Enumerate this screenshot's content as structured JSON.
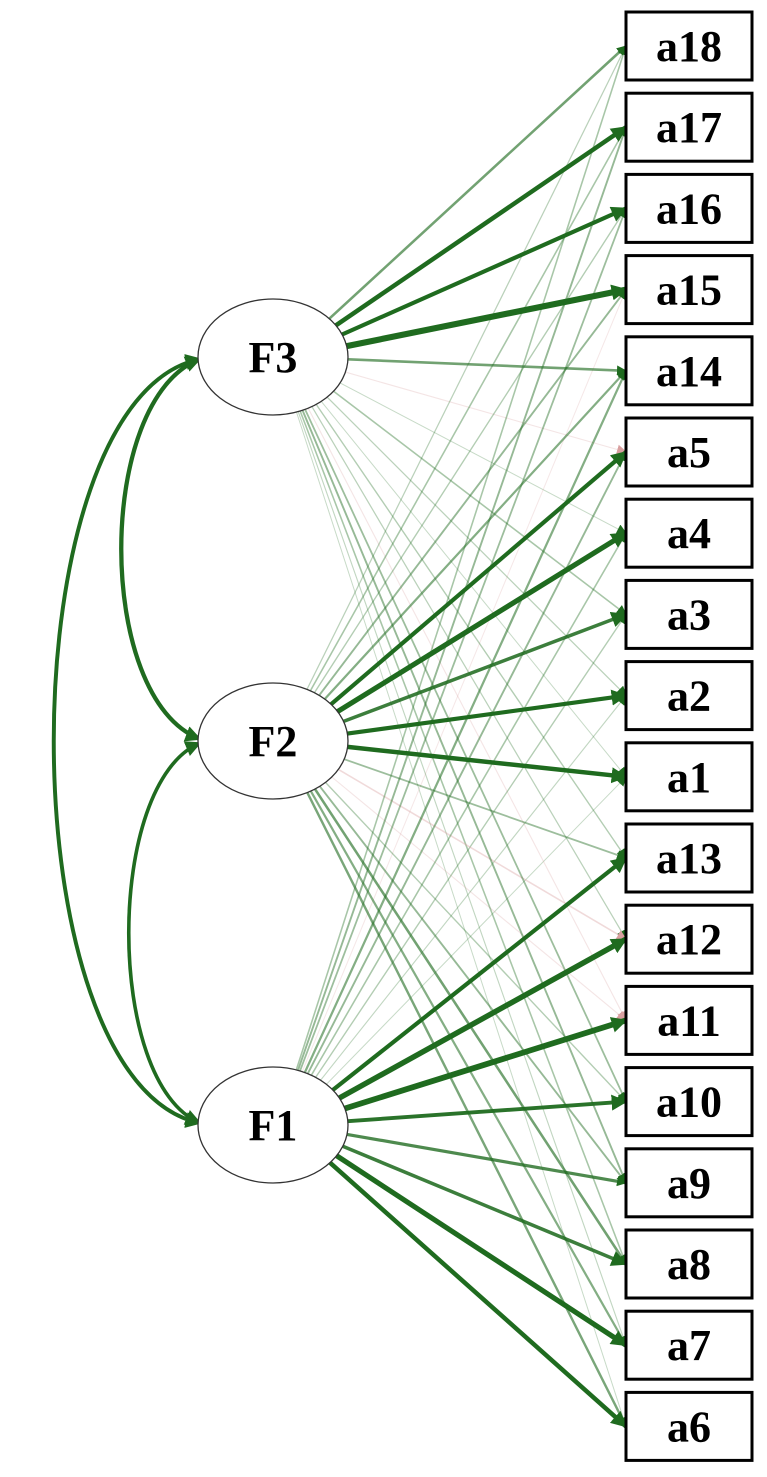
{
  "diagram": {
    "type": "factor-analysis-path-diagram",
    "colors": {
      "positive": "#1f6b1f",
      "negative": "#d9a0a0",
      "background": "#ffffff",
      "node_stroke": "#000000"
    },
    "factors": [
      {
        "id": "F3",
        "label": "F3"
      },
      {
        "id": "F2",
        "label": "F2"
      },
      {
        "id": "F1",
        "label": "F1"
      }
    ],
    "items": [
      {
        "id": "a18",
        "label": "a18"
      },
      {
        "id": "a17",
        "label": "a17"
      },
      {
        "id": "a16",
        "label": "a16"
      },
      {
        "id": "a15",
        "label": "a15"
      },
      {
        "id": "a14",
        "label": "a14"
      },
      {
        "id": "a5",
        "label": "a5"
      },
      {
        "id": "a4",
        "label": "a4"
      },
      {
        "id": "a3",
        "label": "a3"
      },
      {
        "id": "a2",
        "label": "a2"
      },
      {
        "id": "a1",
        "label": "a1"
      },
      {
        "id": "a13",
        "label": "a13"
      },
      {
        "id": "a12",
        "label": "a12"
      },
      {
        "id": "a11",
        "label": "a11"
      },
      {
        "id": "a10",
        "label": "a10"
      },
      {
        "id": "a9",
        "label": "a9"
      },
      {
        "id": "a8",
        "label": "a8"
      },
      {
        "id": "a7",
        "label": "a7"
      },
      {
        "id": "a6",
        "label": "a6"
      }
    ],
    "correlations": [
      {
        "from": "F3",
        "to": "F2",
        "strength": 0.8
      },
      {
        "from": "F2",
        "to": "F1",
        "strength": 0.6
      },
      {
        "from": "F3",
        "to": "F1",
        "strength": 0.7
      }
    ],
    "loadings": [
      {
        "from": "F3",
        "to": "a18",
        "strength": 0.3
      },
      {
        "from": "F3",
        "to": "a17",
        "strength": 0.6
      },
      {
        "from": "F3",
        "to": "a16",
        "strength": 0.55
      },
      {
        "from": "F3",
        "to": "a15",
        "strength": 0.85
      },
      {
        "from": "F3",
        "to": "a14",
        "strength": 0.3
      },
      {
        "from": "F3",
        "to": "a5",
        "strength": -0.08
      },
      {
        "from": "F3",
        "to": "a4",
        "strength": 0.06
      },
      {
        "from": "F3",
        "to": "a3",
        "strength": 0.15
      },
      {
        "from": "F3",
        "to": "a2",
        "strength": 0.1
      },
      {
        "from": "F3",
        "to": "a1",
        "strength": 0.06
      },
      {
        "from": "F3",
        "to": "a13",
        "strength": 0.12
      },
      {
        "from": "F3",
        "to": "a12",
        "strength": 0.1
      },
      {
        "from": "F3",
        "to": "a11",
        "strength": -0.08
      },
      {
        "from": "F3",
        "to": "a10",
        "strength": 0.18
      },
      {
        "from": "F3",
        "to": "a9",
        "strength": 0.2
      },
      {
        "from": "F3",
        "to": "a8",
        "strength": 0.15
      },
      {
        "from": "F3",
        "to": "a7",
        "strength": 0.08
      },
      {
        "from": "F3",
        "to": "a6",
        "strength": 0.06
      },
      {
        "from": "F2",
        "to": "a18",
        "strength": 0.1
      },
      {
        "from": "F2",
        "to": "a17",
        "strength": 0.15
      },
      {
        "from": "F2",
        "to": "a16",
        "strength": 0.12
      },
      {
        "from": "F2",
        "to": "a15",
        "strength": 0.2
      },
      {
        "from": "F2",
        "to": "a14",
        "strength": 0.25
      },
      {
        "from": "F2",
        "to": "a5",
        "strength": 0.55
      },
      {
        "from": "F2",
        "to": "a4",
        "strength": 0.7
      },
      {
        "from": "F2",
        "to": "a3",
        "strength": 0.45
      },
      {
        "from": "F2",
        "to": "a2",
        "strength": 0.55
      },
      {
        "from": "F2",
        "to": "a1",
        "strength": 0.6
      },
      {
        "from": "F2",
        "to": "a13",
        "strength": 0.18
      },
      {
        "from": "F2",
        "to": "a12",
        "strength": -0.15
      },
      {
        "from": "F2",
        "to": "a11",
        "strength": -0.08
      },
      {
        "from": "F2",
        "to": "a10",
        "strength": 0.12
      },
      {
        "from": "F2",
        "to": "a9",
        "strength": 0.2
      },
      {
        "from": "F2",
        "to": "a8",
        "strength": 0.3
      },
      {
        "from": "F2",
        "to": "a7",
        "strength": 0.25
      },
      {
        "from": "F2",
        "to": "a6",
        "strength": 0.28
      },
      {
        "from": "F1",
        "to": "a18",
        "strength": 0.15
      },
      {
        "from": "F1",
        "to": "a17",
        "strength": 0.2
      },
      {
        "from": "F1",
        "to": "a16",
        "strength": 0.18
      },
      {
        "from": "F1",
        "to": "a15",
        "strength": -0.06
      },
      {
        "from": "F1",
        "to": "a14",
        "strength": 0.25
      },
      {
        "from": "F1",
        "to": "a5",
        "strength": 0.2
      },
      {
        "from": "F1",
        "to": "a4",
        "strength": 0.15
      },
      {
        "from": "F1",
        "to": "a3",
        "strength": 0.12
      },
      {
        "from": "F1",
        "to": "a2",
        "strength": 0.08
      },
      {
        "from": "F1",
        "to": "a1",
        "strength": 0.06
      },
      {
        "from": "F1",
        "to": "a13",
        "strength": 0.55
      },
      {
        "from": "F1",
        "to": "a12",
        "strength": 0.75
      },
      {
        "from": "F1",
        "to": "a11",
        "strength": 0.8
      },
      {
        "from": "F1",
        "to": "a10",
        "strength": 0.5
      },
      {
        "from": "F1",
        "to": "a9",
        "strength": 0.4
      },
      {
        "from": "F1",
        "to": "a8",
        "strength": 0.45
      },
      {
        "from": "F1",
        "to": "a7",
        "strength": 0.7
      },
      {
        "from": "F1",
        "to": "a6",
        "strength": 0.6
      }
    ]
  }
}
